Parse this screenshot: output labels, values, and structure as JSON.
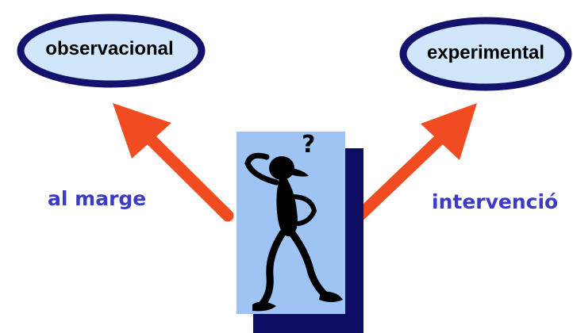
{
  "diagram": {
    "left_oval": {
      "label": "observacional"
    },
    "right_oval": {
      "label": "experimental"
    },
    "left_arrow_label": "al marge",
    "right_arrow_label": "intervenció",
    "figure": {
      "icon": "confused-thinking-person-icon",
      "annotation": "?"
    }
  },
  "colors": {
    "oval_fill": "#cfe6fb",
    "oval_border": "#13136e",
    "arrow": "#f04c1f",
    "label_text": "#3b3bc4",
    "panel_fill": "#9dc4f3",
    "panel_shadow": "#0d0d63",
    "figure": "#000000"
  }
}
